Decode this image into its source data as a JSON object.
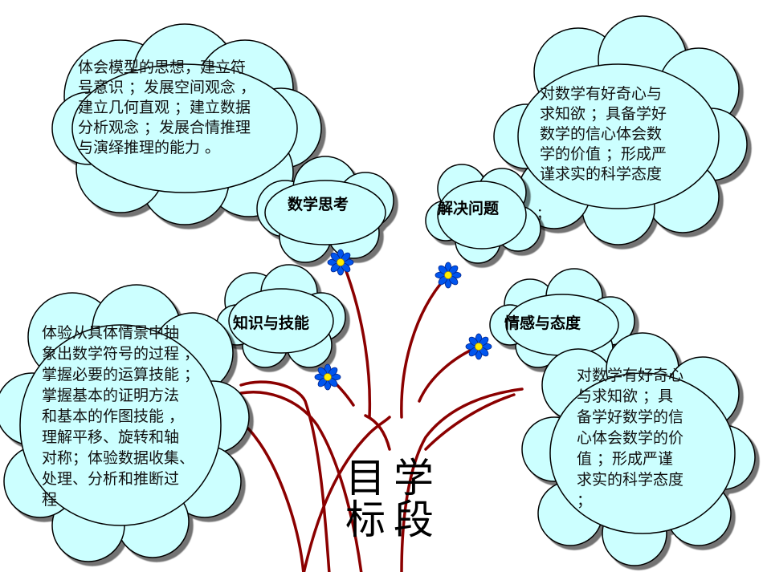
{
  "center": {
    "char_1": "目",
    "char_2": "学",
    "char_3": "标",
    "char_4": "段"
  },
  "branches": {
    "math_thinking": {
      "label": "数学思考",
      "text": "体会模型的思想，建立符\n号意识 ；发展空间观念 ，\n建立几何直观 ；建立数据\n分析观念 ；发展合情推理\n与演绎推理的能力 。"
    },
    "problem_solving": {
      "label": "解决问题",
      "text": "对数学有好奇心与\n求知欲 ；具备学好\n数学的信心体会数\n学的价值 ；形成严\n谨求实的科学态度",
      "trailing": "；"
    },
    "knowledge_skills": {
      "label": "知识与技能",
      "text": "体验从具体情景中抽\n象出数学符号的过程 ，\n掌握必要的运算技能 ；\n掌握基本的证明方法\n和基本的作图技能 ，\n理解平移、旋转和轴\n对称；体验数据收集、\n处理、分析和推断过\n程"
    },
    "emotion_attitude": {
      "label": "情感与态度",
      "text": "对数学有好奇心\n与求知欲 ；具\n备学好数学的信\n心体会数学的价\n值 ；形成严谨\n求实的科学态度\n；"
    }
  },
  "colors": {
    "cloud_fill": "#ccffff",
    "cloud_stroke": "#000000",
    "stem": "#8b0000",
    "flower_petal": "#0055ee",
    "flower_center": "#ffee00"
  },
  "icons": [
    "flower-icon"
  ]
}
